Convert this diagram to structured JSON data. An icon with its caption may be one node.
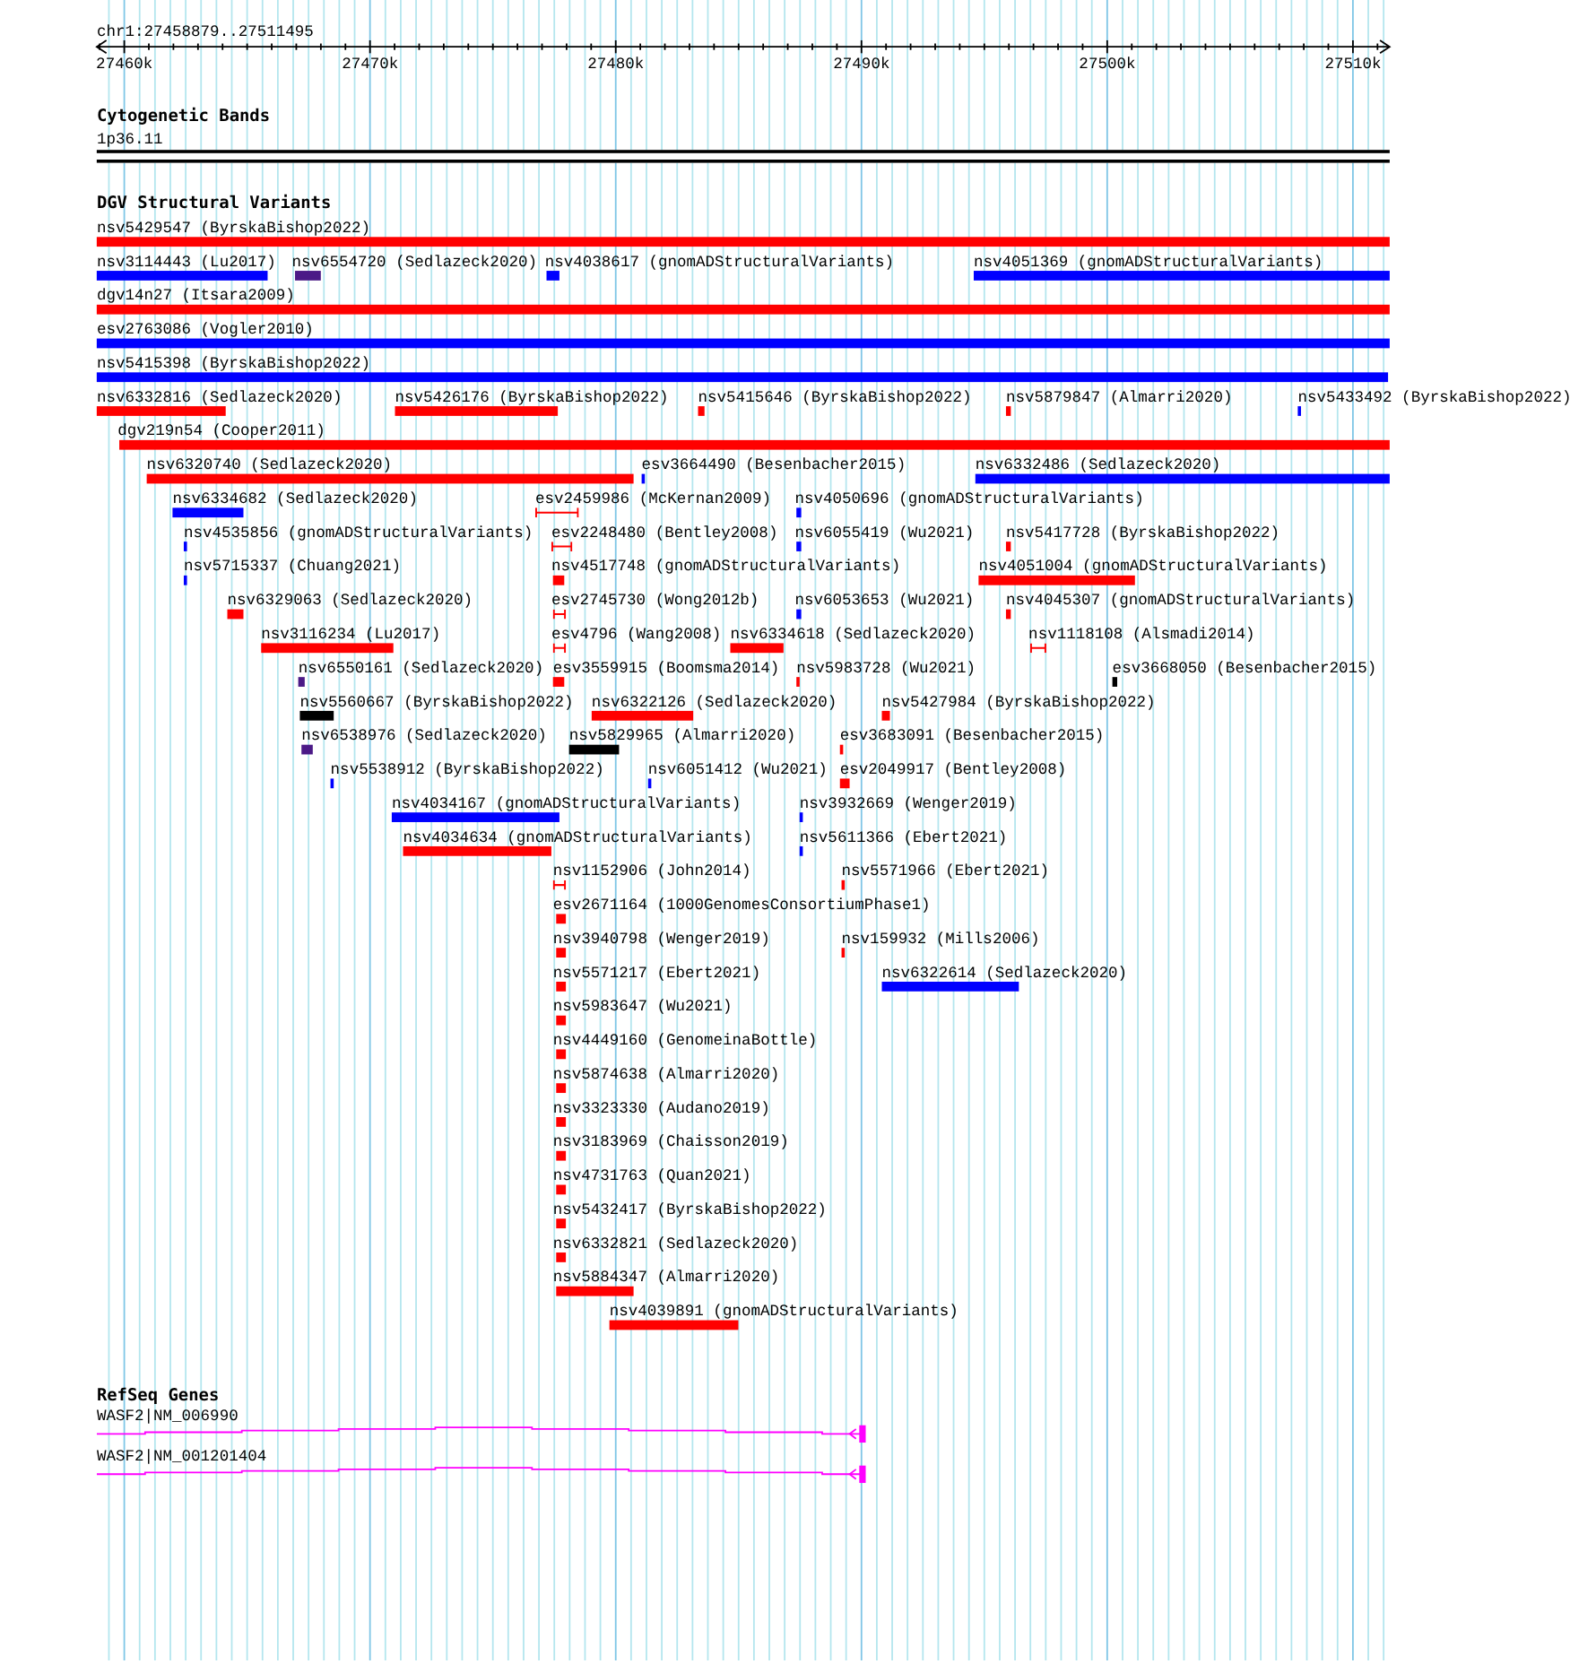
{
  "diagram": {
    "nodes": [
      {
        "text": [
          "1p36.11"
        ]
      },
      {
        "text": [
          "nsv5429547 (ByrskaBishop2022)"
        ]
      },
      {
        "text": [
          "nsv3114443 (Lu2017)"
        ]
      },
      {
        "text": [
          "nsv6554720 (Sedlazeck2020)"
        ]
      },
      {
        "text": [
          "nsv4038617 (gnomADStructuralVariants)"
        ]
      },
      {
        "text": [
          "nsv4051369 (gnomADStructuralVariants)"
        ]
      },
      {
        "text": [
          "dgv14n27 (Itsara2009)"
        ]
      },
      {
        "text": [
          "esv2763086 (Vogler2010)"
        ]
      },
      {
        "text": [
          "nsv5415398 (ByrskaBishop2022)"
        ]
      },
      {
        "text": [
          "nsv6332816 (Sedlazeck2020)"
        ]
      },
      {
        "text": [
          "nsv5426176 (ByrskaBishop2022)"
        ]
      },
      {
        "text": [
          "nsv5415646 (ByrskaBishop2022)"
        ]
      },
      {
        "text": [
          "nsv5879847 (Almarri2020)"
        ]
      },
      {
        "text": [
          "nsv5433492 (ByrskaBishop2022)"
        ]
      },
      {
        "text": [
          "dgv219n54 (Cooper2011)"
        ]
      },
      {
        "text": [
          "nsv6320740 (Sedlazeck2020)"
        ]
      },
      {
        "text": [
          "esv3664490 (Besenbacher2015)"
        ]
      },
      {
        "text": [
          "nsv6332486 (Sedlazeck2020)"
        ]
      },
      {
        "text": [
          "nsv6334682 (Sedlazeck2020)"
        ]
      },
      {
        "text": [
          "esv2459986 (McKernan2009)"
        ]
      },
      {
        "text": [
          "nsv4050696 (gnomADStructuralVariants)"
        ]
      },
      {
        "text": [
          "nsv4535856 (gnomADStructuralVariants)"
        ]
      },
      {
        "text": [
          "esv2248480 (Bentley2008)"
        ]
      },
      {
        "text": [
          "nsv6055419 (Wu2021)"
        ]
      },
      {
        "text": [
          "nsv5417728 (ByrskaBishop2022)"
        ]
      },
      {
        "text": [
          "nsv5715337 (Chuang2021)"
        ]
      },
      {
        "text": [
          "nsv4517748 (gnomADStructuralVariants)"
        ]
      },
      {
        "text": [
          "nsv4051004 (gnomADStructuralVariants)"
        ]
      },
      {
        "text": [
          "nsv6329063 (Sedlazeck2020)"
        ]
      },
      {
        "text": [
          "esv2745730 (Wong2012b)"
        ]
      },
      {
        "text": [
          "nsv6053653 (Wu2021)"
        ]
      },
      {
        "text": [
          "nsv4045307 (gnomADStructuralVariants)"
        ]
      },
      {
        "text": [
          "nsv3116234 (Lu2017)"
        ]
      },
      {
        "text": [
          "esv4796 (Wang2008)"
        ]
      },
      {
        "text": [
          "nsv6334618 (Sedlazeck2020)"
        ]
      },
      {
        "text": [
          "nsv1118108 (Alsmadi2014)"
        ]
      },
      {
        "text": [
          "nsv6550161 (Sedlazeck2020)"
        ]
      },
      {
        "text": [
          "esv3559915 (Boomsma2014)"
        ]
      },
      {
        "text": [
          "nsv5983728 (Wu2021)"
        ]
      },
      {
        "text": [
          "esv3668050 (Besenbacher2015)"
        ]
      },
      {
        "text": [
          "nsv5560667 (ByrskaBishop2022)"
        ]
      },
      {
        "text": [
          "nsv6322126 (Sedlazeck2020)"
        ]
      },
      {
        "text": [
          "nsv5427984 (ByrskaBishop2022)"
        ]
      },
      {
        "text": [
          "nsv6538976 (Sedlazeck2020)"
        ]
      },
      {
        "text": [
          "nsv5829965 (Almarri2020)"
        ]
      },
      {
        "text": [
          "esv3683091 (Besenbacher2015)"
        ]
      },
      {
        "text": [
          "nsv5538912 (ByrskaBishop2022)"
        ]
      },
      {
        "text": [
          "nsv6051412 (Wu2021)"
        ]
      },
      {
        "text": [
          "esv2049917 (Bentley2008)"
        ]
      },
      {
        "text": [
          "nsv4034167 (gnomADStructuralVariants)"
        ]
      },
      {
        "text": [
          "nsv3932669 (Wenger2019)"
        ]
      },
      {
        "text": [
          "nsv4034634 (gnomADStructuralVariants)"
        ]
      },
      {
        "text": [
          "nsv5611366 (Ebert2021)"
        ]
      },
      {
        "text": [
          "nsv1152906 (John2014)"
        ]
      },
      {
        "text": [
          "nsv5571966 (Ebert2021)"
        ]
      },
      {
        "text": [
          "esv2671164 (1000GenomesConsortiumPhase1)"
        ]
      },
      {
        "text": [
          "nsv3940798 (Wenger2019)"
        ]
      },
      {
        "text": [
          "nsv159932 (Mills2006)"
        ]
      },
      {
        "text": [
          "nsv5571217 (Ebert2021)"
        ]
      },
      {
        "text": [
          "nsv6322614 (Sedlazeck2020)"
        ]
      },
      {
        "text": [
          "nsv5983647 (Wu2021)"
        ]
      },
      {
        "text": [
          "nsv4449160 (GenomeinaBottle)"
        ]
      },
      {
        "text": [
          "nsv5874638 (Almarri2020)"
        ]
      },
      {
        "text": [
          "nsv3323330 (Audano2019)"
        ]
      },
      {
        "text": [
          "nsv3183969 (Chaisson2019)"
        ]
      },
      {
        "text": [
          "nsv4731763 (Quan2021)"
        ]
      },
      {
        "text": [
          "nsv5432417 (ByrskaBishop2022)"
        ]
      },
      {
        "text": [
          "nsv6332821 (Sedlazeck2020)"
        ]
      },
      {
        "text": [
          "nsv5884347 (Almarri2020)"
        ]
      },
      {
        "text": [
          "nsv4039891 (gnomADStructuralVariants)"
        ]
      },
      {
        "text": [
          "WASF2|NM_006990"
        ]
      },
      {
        "text": [
          "WASF2|NM_001201404"
        ]
      }
    ],
    "labels": [
      "chr1:27458879..27511495",
      "27460k",
      "27470k",
      "27480k",
      "27490k",
      "27500k",
      "27510k",
      "Cytogenetic Bands",
      "DGV Structural Variants",
      "RefSeq Genes"
    ]
  }
}
